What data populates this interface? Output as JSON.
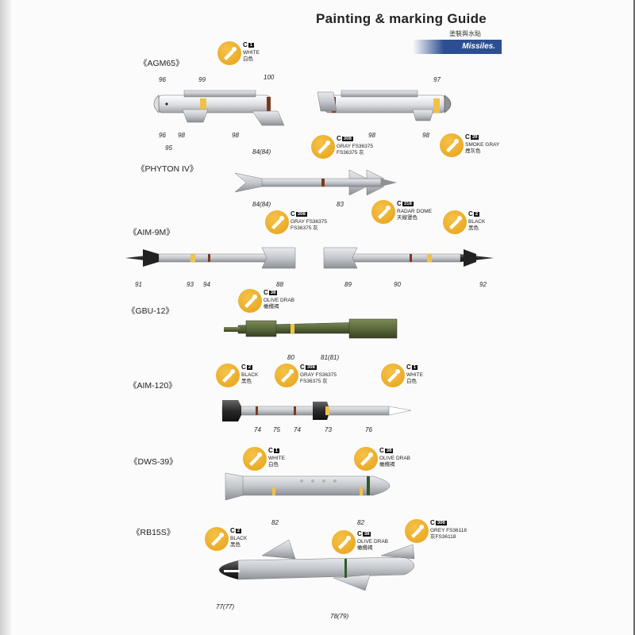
{
  "header": {
    "title": "Painting & marking Guide",
    "subtitle": "塗裝與水貼",
    "section": "Missiles."
  },
  "colors": {
    "white": "#f2f2f2",
    "gray": "#b9bcc0",
    "black": "#1a1a1a",
    "olive": "#5b6a3d",
    "yellow_band": "#f0c24a",
    "badge": "#e6a218",
    "brown_band": "#7a3a1e",
    "section_bar": "#2d4f92"
  },
  "missiles": [
    {
      "name": "《AGM65》",
      "parts": [
        "96",
        "99",
        "100",
        "97",
        "96",
        "98",
        "95",
        "98",
        "98",
        "98"
      ],
      "paints": [
        {
          "code": "C",
          "num": "1",
          "name1": "WHITE",
          "name2": "白色"
        },
        {
          "code": "C",
          "num": "39",
          "name1": "SMOKE GRAY",
          "name2": "煙灰色"
        }
      ]
    },
    {
      "name": "《PHYTON IV》",
      "parts": [
        "84(84)",
        "84(84)",
        "83"
      ],
      "paints": [
        {
          "code": "C",
          "num": "308",
          "name1": "GRAY FS36375",
          "name2": "FS36375 灰"
        },
        {
          "code": "C",
          "num": "318",
          "name1": "RADAR DOME",
          "name2": "天線罩色"
        }
      ]
    },
    {
      "name": "《AIM-9M》",
      "parts": [
        "91",
        "93",
        "94",
        "88",
        "89",
        "90",
        "92"
      ],
      "paints": [
        {
          "code": "C",
          "num": "308",
          "name1": "GRAY FS36375",
          "name2": "FS36375 灰"
        },
        {
          "code": "C",
          "num": "2",
          "name1": "BLACK",
          "name2": "黑色"
        }
      ]
    },
    {
      "name": "《GBU-12》",
      "parts": [
        "80",
        "81(81)"
      ],
      "paints": [
        {
          "code": "C",
          "num": "38",
          "name1": "OLIVE DRAB",
          "name2": "橄欖褐"
        }
      ]
    },
    {
      "name": "《AIM-120》",
      "parts": [
        "74",
        "75",
        "74",
        "73",
        "76"
      ],
      "paints": [
        {
          "code": "C",
          "num": "2",
          "name1": "BLACK",
          "name2": "黑色"
        },
        {
          "code": "C",
          "num": "308",
          "name1": "GRAY FS36375",
          "name2": "FS36375 灰"
        },
        {
          "code": "C",
          "num": "1",
          "name1": "WHITE",
          "name2": "白色"
        }
      ]
    },
    {
      "name": "《DWS-39》",
      "parts": [
        "82",
        "82"
      ],
      "paints": [
        {
          "code": "C",
          "num": "1",
          "name1": "WHITE",
          "name2": "白色"
        },
        {
          "code": "C",
          "num": "38",
          "name1": "OLIVE DRAB",
          "name2": "橄欖褐"
        }
      ]
    },
    {
      "name": "《RB15S》",
      "parts": [
        "77(77)",
        "78(79)"
      ],
      "paints": [
        {
          "code": "C",
          "num": "2",
          "name1": "BLACK",
          "name2": "黑色"
        },
        {
          "code": "C",
          "num": "38",
          "name1": "OLIVE DRAB",
          "name2": "橄欖褐"
        },
        {
          "code": "C",
          "num": "306",
          "name1": "GREY FS36118",
          "name2": "灰FS36118"
        }
      ]
    }
  ]
}
